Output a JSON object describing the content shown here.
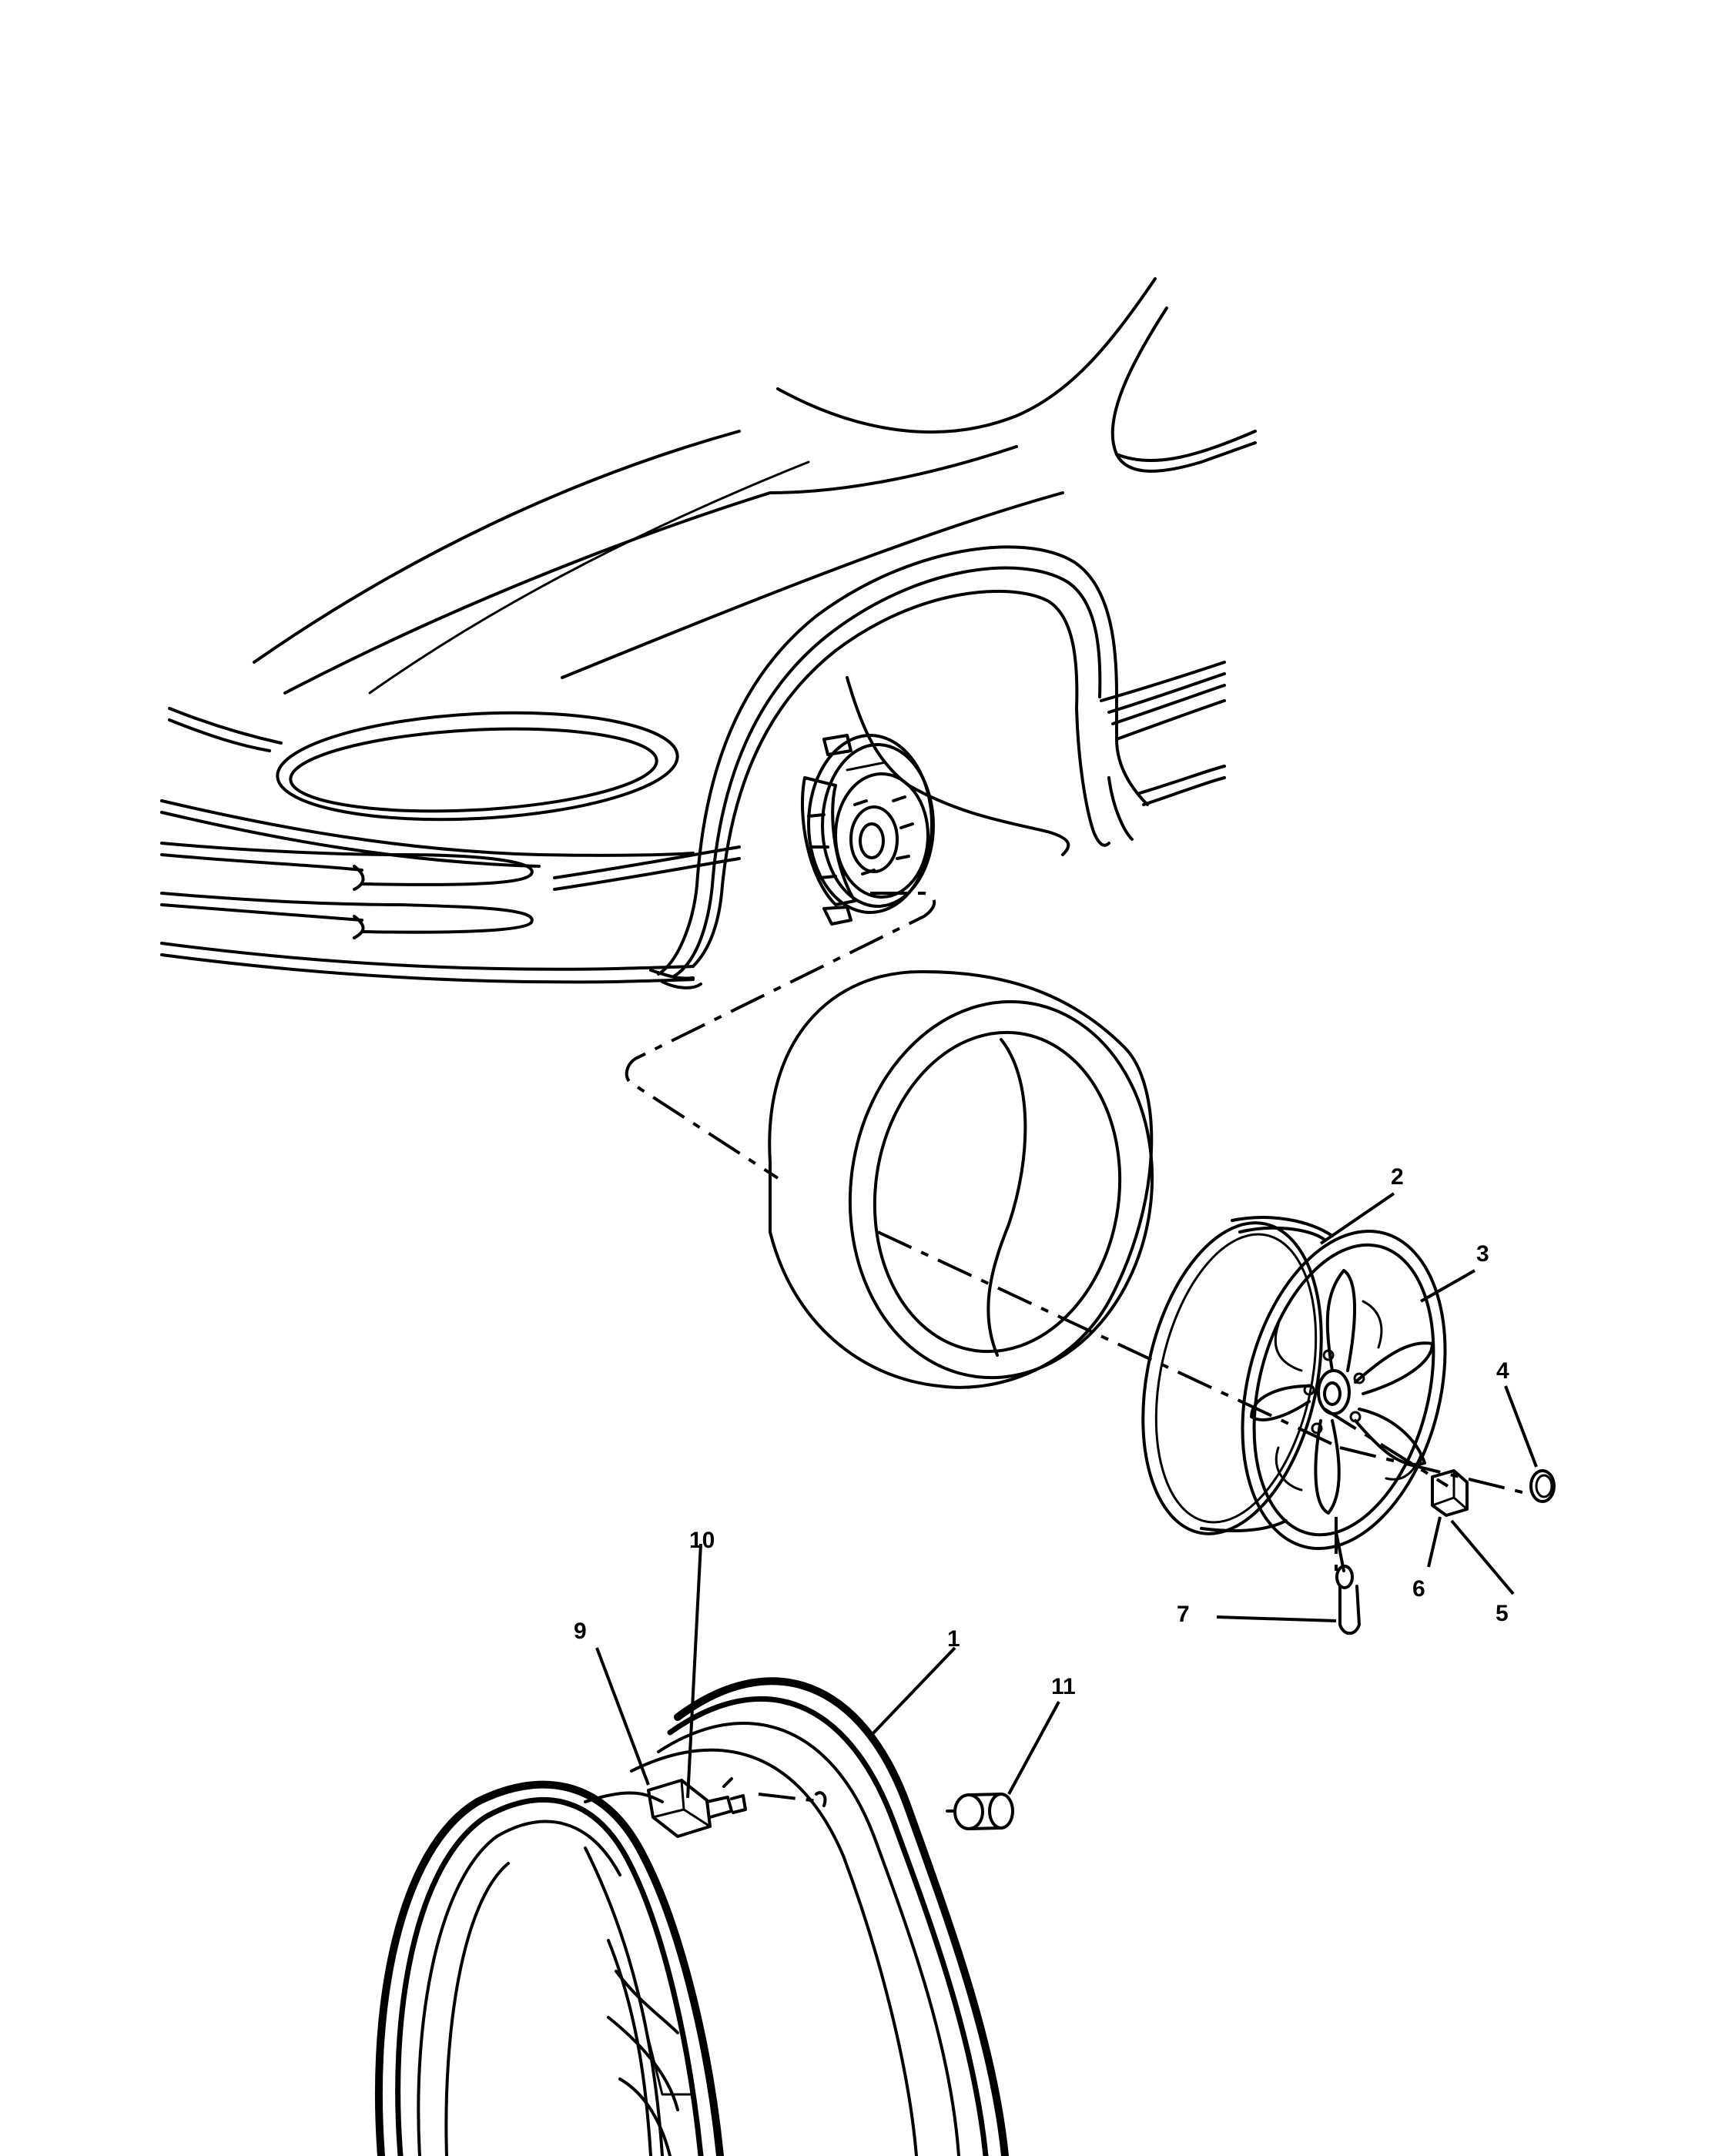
{
  "callouts": {
    "c1": "1",
    "c2": "2",
    "c3": "3",
    "c4": "4",
    "c5": "5",
    "c6": "6",
    "c7": "7",
    "c9": "9",
    "c10": "10",
    "c11": "11"
  }
}
